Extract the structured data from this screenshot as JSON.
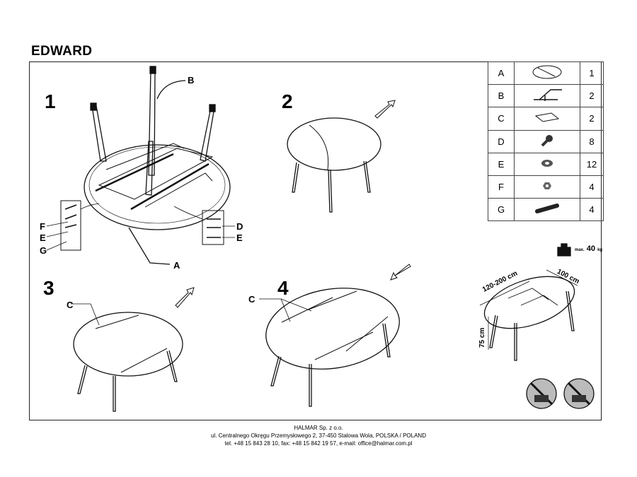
{
  "title": "EDWARD",
  "steps": [
    "1",
    "2",
    "3",
    "4"
  ],
  "callouts": {
    "A": "A",
    "B": "B",
    "C": "C",
    "D": "D",
    "E": "E",
    "F": "F",
    "G": "G"
  },
  "parts": [
    {
      "letter": "A",
      "qty": "1",
      "icon": "tabletop-icon"
    },
    {
      "letter": "B",
      "qty": "2",
      "icon": "leg-frame-icon"
    },
    {
      "letter": "C",
      "qty": "2",
      "icon": "extension-leaf-icon"
    },
    {
      "letter": "D",
      "qty": "8",
      "icon": "bolt-icon"
    },
    {
      "letter": "E",
      "qty": "12",
      "icon": "washer-icon"
    },
    {
      "letter": "F",
      "qty": "4",
      "icon": "nut-icon"
    },
    {
      "letter": "G",
      "qty": "4",
      "icon": "threaded-rod-icon"
    }
  ],
  "max_load": {
    "prefix": "max.",
    "value": "40",
    "unit": "kg"
  },
  "dimensions": {
    "length": "120-200 cm",
    "width": "100 cm",
    "height": "75 cm"
  },
  "footer": {
    "company": "HALMAR Sp. z o.o.",
    "address": "ul. Centralnego Okręgu Przemysłowego 2, 37-450 Stalowa Wola, POLSKA / POLAND",
    "contact": "tel. +48 15 843 28 10, fax: +48 15 842 19 57, e-mail: office@halmar.com.pl"
  }
}
